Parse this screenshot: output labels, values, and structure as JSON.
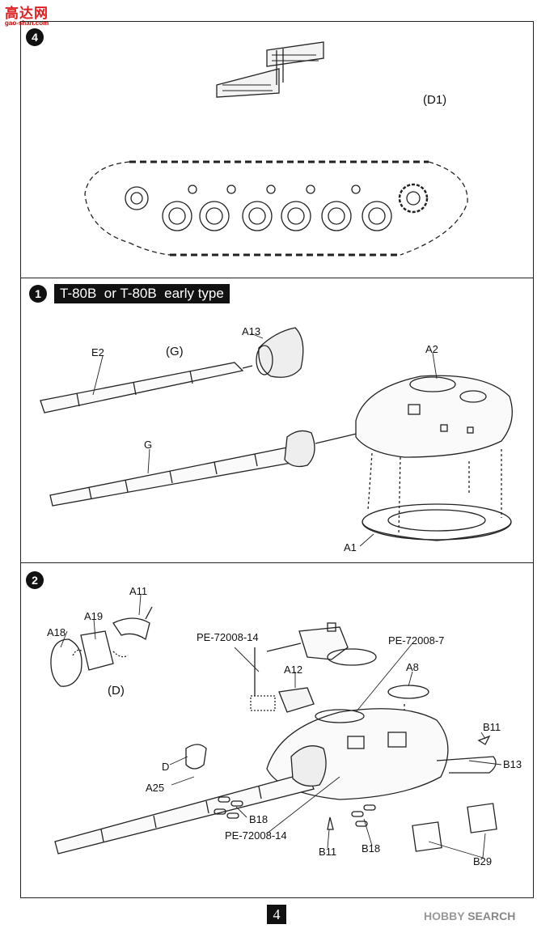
{
  "logo": {
    "text": "高达网",
    "sub": "gao-shan.com"
  },
  "steps": {
    "four": {
      "num": "4",
      "label_d1": "(D1)"
    },
    "one": {
      "num": "1",
      "banner": "T-80B  or T-80B  early type",
      "labels": {
        "a13": "A13",
        "e2": "E2",
        "g_paren": "(G)",
        "a2": "A2",
        "g": "G",
        "a1": "A1"
      }
    },
    "two": {
      "num": "2",
      "labels": {
        "a11": "A11",
        "a19": "A19",
        "a18": "A18",
        "d_paren": "(D)",
        "pe14_top": "PE-72008-14",
        "pe7": "PE-72008-7",
        "a12": "A12",
        "a8": "A8",
        "b11_right": "B11",
        "b13": "B13",
        "d": "D",
        "a25": "A25",
        "b18_left": "B18",
        "pe14_bottom": "PE-72008-14",
        "b11_bottom": "B11",
        "b18_bottom": "B18",
        "b29": "B29"
      }
    }
  },
  "footer": {
    "page": "4",
    "watermark_brand": "HOBBY",
    "watermark_rest": "SEARCH"
  }
}
